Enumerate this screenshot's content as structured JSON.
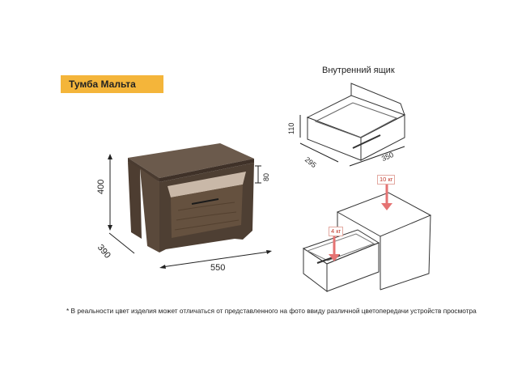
{
  "product": {
    "title": "Тумба Мальта"
  },
  "drawer_view": {
    "title": "Внутренний ящик"
  },
  "dimensions": {
    "height": "400",
    "depth": "390",
    "width": "550",
    "shelf_height": "80",
    "drawer_height": "110",
    "drawer_depth": "295",
    "drawer_width": "350"
  },
  "loads": {
    "top": "10 кг",
    "drawer": "4 кг"
  },
  "footnote": "* В реальности цвет изделия может отличаться от представленного на фото ввиду различной цветопередачи устройств просмотра",
  "colors": {
    "label_bg": "#f4b53a",
    "wood": "#5b4a3d",
    "load_arrow": "#e57373"
  }
}
